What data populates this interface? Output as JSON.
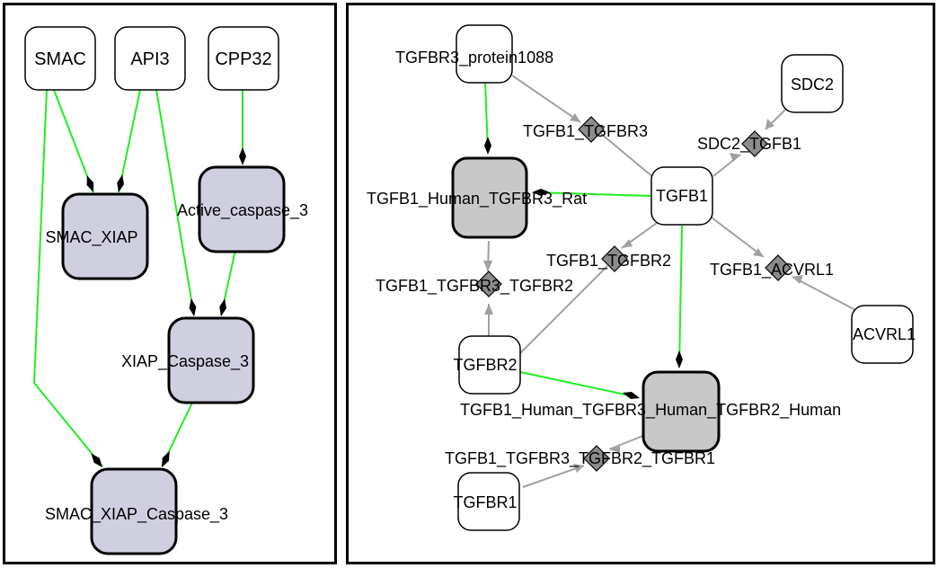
{
  "left_graph": {
    "nodes": {
      "smac": "SMAC",
      "api3": "API3",
      "cpp32": "CPP32",
      "smac_xiap": "SMAC_XIAP",
      "active_caspase_3": "Active_caspase_3",
      "xiap_caspase_3": "XIAP_Caspase_3",
      "smac_xiap_caspase_3": "SMAC_XIAP_Caspase_3"
    }
  },
  "right_graph": {
    "nodes": {
      "tgfbr3_protein1088": "TGFBR3_protein1088",
      "sdc2": "SDC2",
      "tgfb1": "TGFB1",
      "tgfb1_human_tgfbr3_rat": "TGFB1_Human_TGFBR3_Rat",
      "tgfbr2": "TGFBR2",
      "acvrl1": "ACVRL1",
      "tgfb1_human_tgfbr3_human_tgfbr2_human": "TGFB1_Human_TGFBR3_Human_TGFBR2_Human",
      "tgfbr1": "TGFBR1"
    },
    "reactions": {
      "tgfb1_tgfbr3": "TGFB1_TGFBR3",
      "sdc2_tgfb1": "SDC2_TGFB1",
      "tgfb1_tgfbr2": "TGFB1_TGFBR2",
      "tgfb1_acvrl1": "TGFB1_ACVRL1",
      "tgfb1_tgfbr3_tgfbr2": "TGFB1_TGFBR3_TGFBR2",
      "tgfb1_tgfbr3_tgfbr2_tgfbr1": "TGFB1_TGFBR3_TGFBR2_TGFBR1"
    }
  },
  "colors": {
    "green_edge": "#22ee22",
    "gray_edge": "#a0a0a0",
    "complex_fill": "#cfcfe0",
    "gray_complex_fill": "#c8c8c8",
    "reaction_fill": "#8c8c8c"
  }
}
